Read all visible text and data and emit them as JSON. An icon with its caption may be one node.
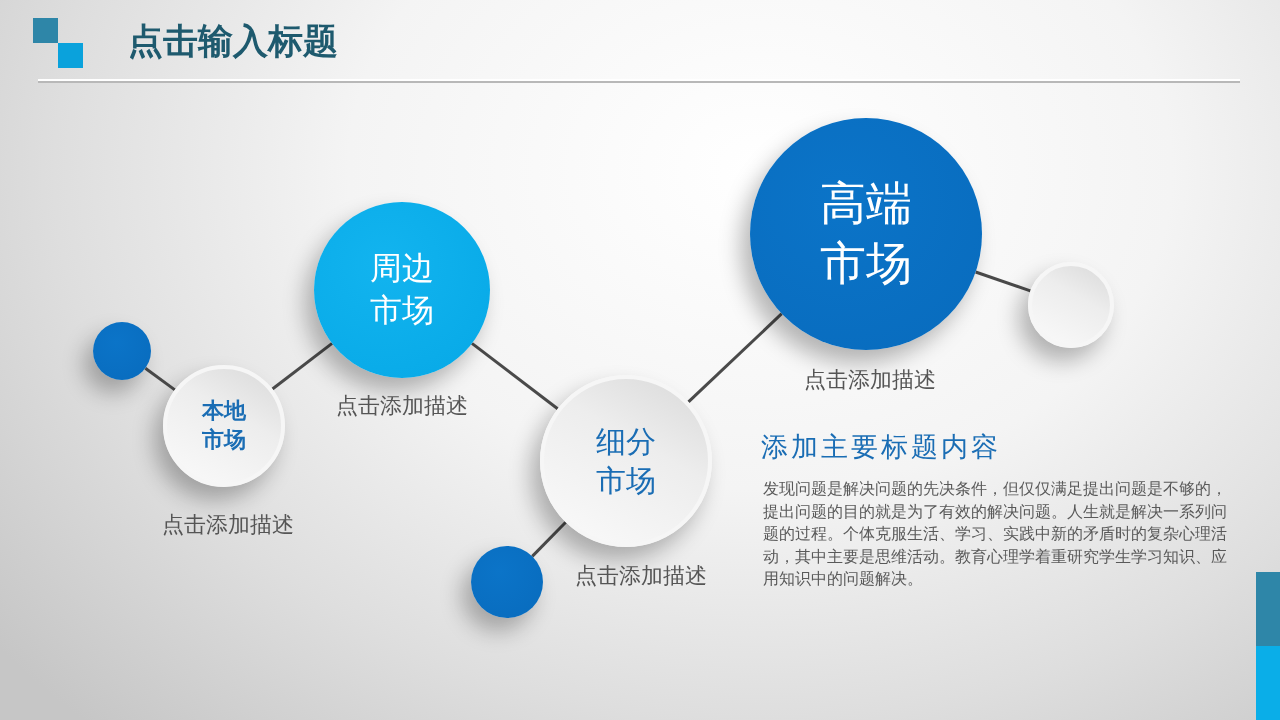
{
  "diagram": {
    "title": "点击输入标题",
    "nodes": [
      {
        "text": [],
        "shape": "circle"
      },
      {
        "text": [
          "本地市场"
        ],
        "beside": [
          "点击添加描述"
        ]
      },
      {
        "text": [
          "周边市场"
        ],
        "beside": [
          "点击添加描述"
        ]
      },
      {
        "text": [
          "细分市场"
        ],
        "beside": [
          "点击添加描述"
        ]
      },
      {
        "text": [],
        "shape": "circle"
      },
      {
        "text": [
          "高端市场"
        ],
        "beside": [
          "点击添加描述"
        ]
      },
      {
        "text": [],
        "shape": "circle"
      }
    ],
    "edges": [
      {
        "from": 0,
        "to": 1,
        "arrow": "none"
      },
      {
        "from": 1,
        "to": 2,
        "arrow": "none"
      },
      {
        "from": 2,
        "to": 3,
        "arrow": "none"
      },
      {
        "from": 3,
        "to": 4,
        "arrow": "none"
      },
      {
        "from": 3,
        "to": 5,
        "arrow": "none"
      },
      {
        "from": 5,
        "to": 6,
        "arrow": "none"
      }
    ],
    "labels": [
      "添加主要标题内容",
      "发现问题是解决问题的先决条件，但仅仅满足提出问题是不够的，提出问题的目的就是为了有效的解决问题。人生就是解决一系列问题的过程。个体克服生活、学习、实践中新的矛盾时的复杂心理活动，其中主要是思维活动。教育心理学着重研究学生学习知识、应用知识中的问题解决。"
    ]
  }
}
